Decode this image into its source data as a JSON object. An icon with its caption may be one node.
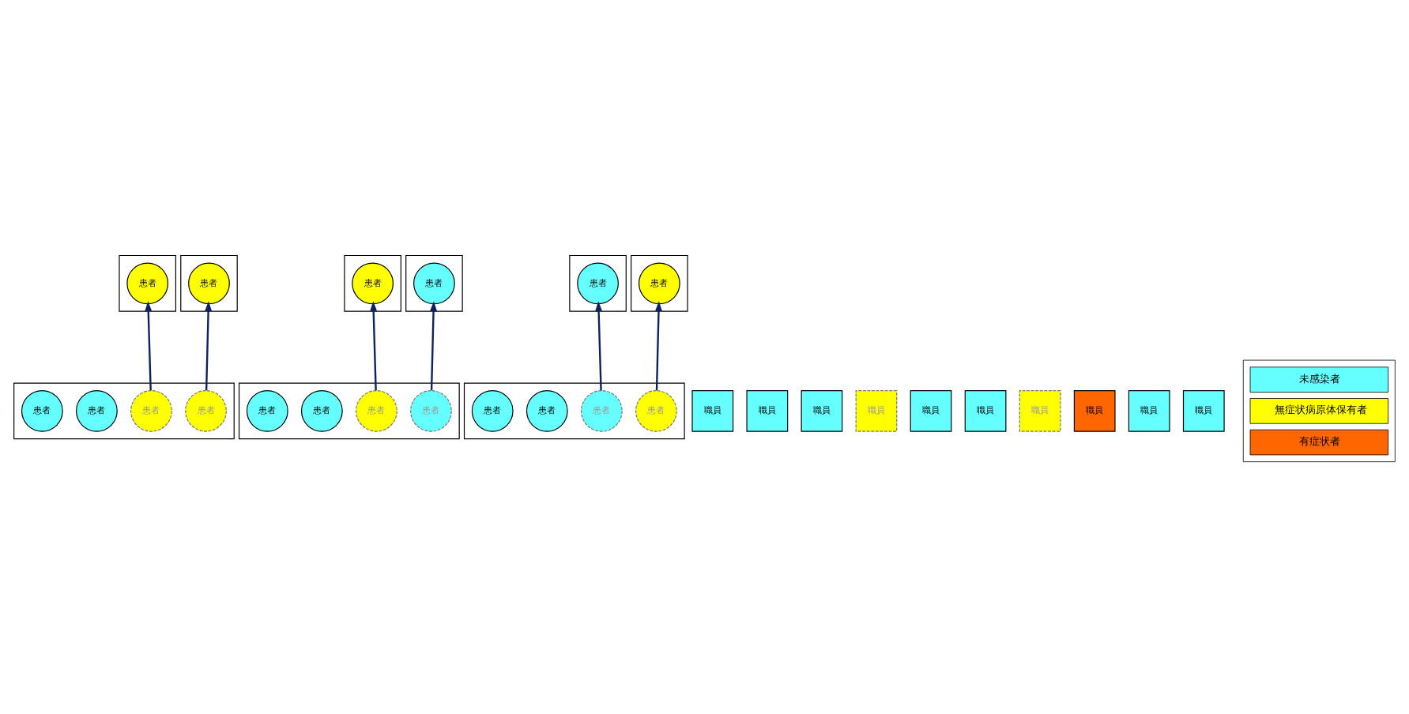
{
  "diagram": {
    "nodes": [
      {
        "text": [],
        "shape": "box"
      },
      {
        "text": [
          "患者"
        ],
        "in": 0
      },
      {
        "text": [],
        "shape": "box"
      },
      {
        "text": [
          "患者"
        ],
        "in": 2
      },
      {
        "text": [],
        "shape": "box"
      },
      {
        "text": [
          "患者"
        ],
        "in": 4
      },
      {
        "text": [],
        "shape": "box"
      },
      {
        "text": [
          "患者"
        ],
        "in": 6
      },
      {
        "text": [],
        "shape": "box"
      },
      {
        "text": [
          "患者"
        ],
        "in": 8
      },
      {
        "text": [],
        "shape": "box"
      },
      {
        "text": [
          "患者"
        ],
        "in": 10
      },
      {
        "text": [
          "職員"
        ]
      },
      {
        "text": [
          "職員"
        ]
      },
      {
        "text": [
          "職員"
        ]
      },
      {
        "text": [
          "職員"
        ]
      },
      {
        "text": [
          "職員"
        ]
      },
      {
        "text": [
          "職員"
        ]
      },
      {
        "text": [
          "職員"
        ]
      },
      {
        "text": [
          "職員"
        ]
      },
      {
        "text": [
          "職員"
        ]
      },
      {
        "text": [
          "職員"
        ]
      },
      {
        "text": [],
        "shape": "box"
      },
      {
        "text": [
          "患者"
        ],
        "in": 22
      },
      {
        "text": [
          "患者"
        ],
        "in": 22
      },
      {
        "text": [
          "患者"
        ],
        "in": 22
      },
      {
        "text": [
          "患者"
        ],
        "in": 22
      },
      {
        "text": [],
        "shape": "box"
      },
      {
        "text": [
          "患者"
        ],
        "in": 27
      },
      {
        "text": [
          "患者"
        ],
        "in": 27
      },
      {
        "text": [
          "患者"
        ],
        "in": 27
      },
      {
        "text": [
          "患者"
        ],
        "in": 27
      },
      {
        "text": [],
        "shape": "box"
      },
      {
        "text": [
          "患者"
        ],
        "in": 32
      },
      {
        "text": [
          "患者"
        ],
        "in": 32
      },
      {
        "text": [
          "患者"
        ],
        "in": 32
      },
      {
        "text": [
          "患者"
        ],
        "in": 32
      }
    ],
    "edges": [
      {
        "from": 23,
        "to": 11,
        "arrow": "to"
      },
      {
        "from": 24,
        "to": 9,
        "arrow": "to"
      },
      {
        "from": 28,
        "to": 5,
        "arrow": "to"
      },
      {
        "from": 29,
        "to": 1,
        "arrow": "to"
      },
      {
        "from": 33,
        "to": 3,
        "arrow": "to"
      },
      {
        "from": 34,
        "to": 7,
        "arrow": "to"
      }
    ],
    "legend": [
      {
        "text": "未感染者",
        "color": "#66ffff"
      },
      {
        "text": "無症状病原体保有者",
        "color": "#ffff00"
      },
      {
        "text": "有症状者",
        "color": "#ff6600"
      }
    ]
  }
}
